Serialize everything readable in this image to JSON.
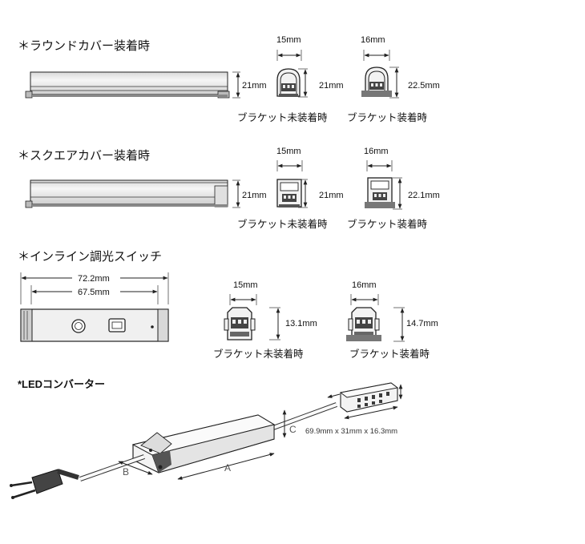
{
  "sections": {
    "round": {
      "title": "＊ラウンドカバー装着時",
      "side_height": "21mm",
      "variant_a": {
        "width": "15mm",
        "height": "21mm",
        "caption": "ブラケット未装着時"
      },
      "variant_b": {
        "width": "16mm",
        "height": "22.5mm",
        "caption": "ブラケット装着時"
      }
    },
    "square": {
      "title": "＊スクエアカバー装着時",
      "side_height": "21mm",
      "variant_a": {
        "width": "15mm",
        "height": "21mm",
        "caption": "ブラケット未装着時"
      },
      "variant_b": {
        "width": "16mm",
        "height": "22.1mm",
        "caption": "ブラケット装着時"
      }
    },
    "inline": {
      "title": "＊インライン調光スイッチ",
      "length_outer": "72.2mm",
      "length_inner": "67.5mm",
      "variant_a": {
        "width": "15mm",
        "height": "13.1mm",
        "caption": "ブラケット未装着時"
      },
      "variant_b": {
        "width": "16mm",
        "height": "14.7mm",
        "caption": "ブラケット装着時"
      }
    },
    "converter": {
      "title": "*LEDコンバーター",
      "label_a": "A",
      "label_b": "B",
      "label_c": "C",
      "hub_size": "69.9mm x 31mm x 16.3mm"
    }
  },
  "colors": {
    "line": "#222222",
    "body": "#e9e9e9",
    "dark": "#3a3a3a"
  }
}
